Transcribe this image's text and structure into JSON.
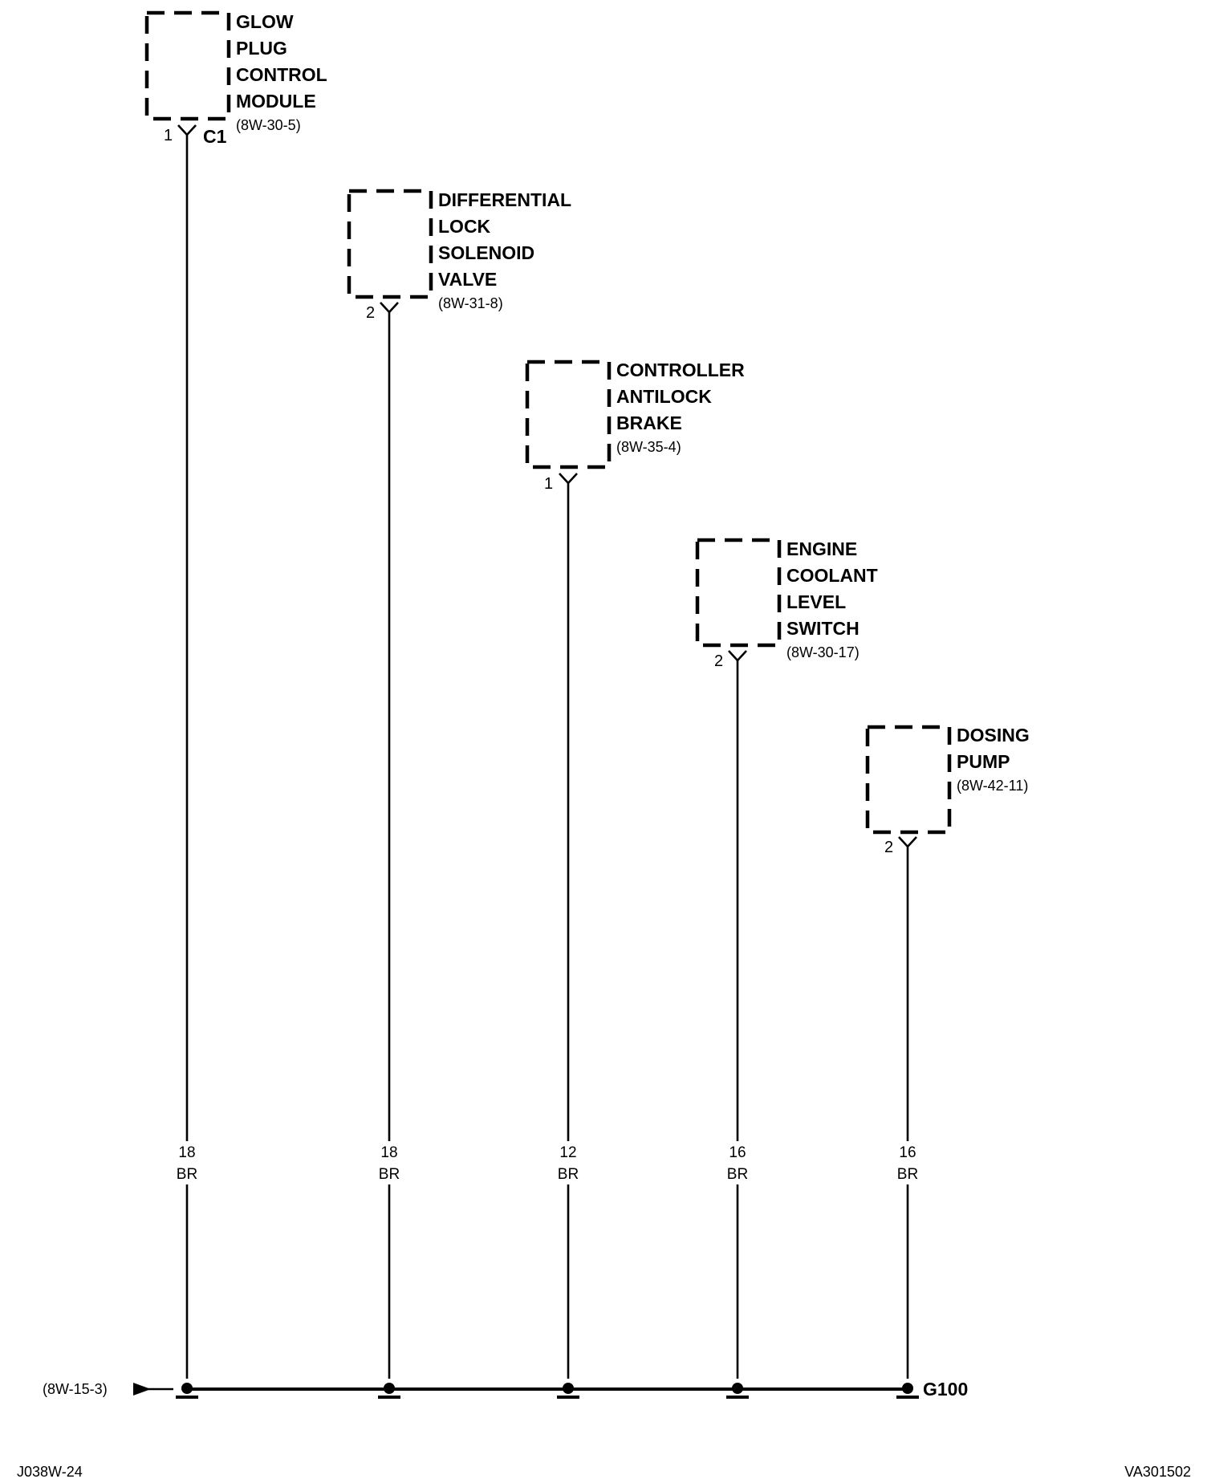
{
  "components": [
    {
      "lines": [
        "GLOW",
        "PLUG",
        "CONTROL",
        "MODULE"
      ],
      "ref": "(8W-30-5)",
      "pin": "1",
      "connector": "C1",
      "wire": {
        "gauge": "18",
        "color": "BR"
      }
    },
    {
      "lines": [
        "DIFFERENTIAL",
        "LOCK",
        "SOLENOID",
        "VALVE"
      ],
      "ref": "(8W-31-8)",
      "pin": "2",
      "connector": "",
      "wire": {
        "gauge": "18",
        "color": "BR"
      }
    },
    {
      "lines": [
        "CONTROLLER",
        "ANTILOCK",
        "BRAKE"
      ],
      "ref": "(8W-35-4)",
      "pin": "1",
      "connector": "",
      "wire": {
        "gauge": "12",
        "color": "BR"
      }
    },
    {
      "lines": [
        "ENGINE",
        "COOLANT",
        "LEVEL",
        "SWITCH"
      ],
      "ref": "(8W-30-17)",
      "pin": "2",
      "connector": "",
      "wire": {
        "gauge": "16",
        "color": "BR"
      }
    },
    {
      "lines": [
        "DOSING",
        "PUMP"
      ],
      "ref": "(8W-42-11)",
      "pin": "2",
      "connector": "",
      "wire": {
        "gauge": "16",
        "color": "BR"
      }
    }
  ],
  "bus": {
    "continuation_ref": "(8W-15-3)",
    "ground_name": "G100"
  },
  "footer": {
    "left_code": "J038W-24",
    "right_code": "VA301502"
  }
}
